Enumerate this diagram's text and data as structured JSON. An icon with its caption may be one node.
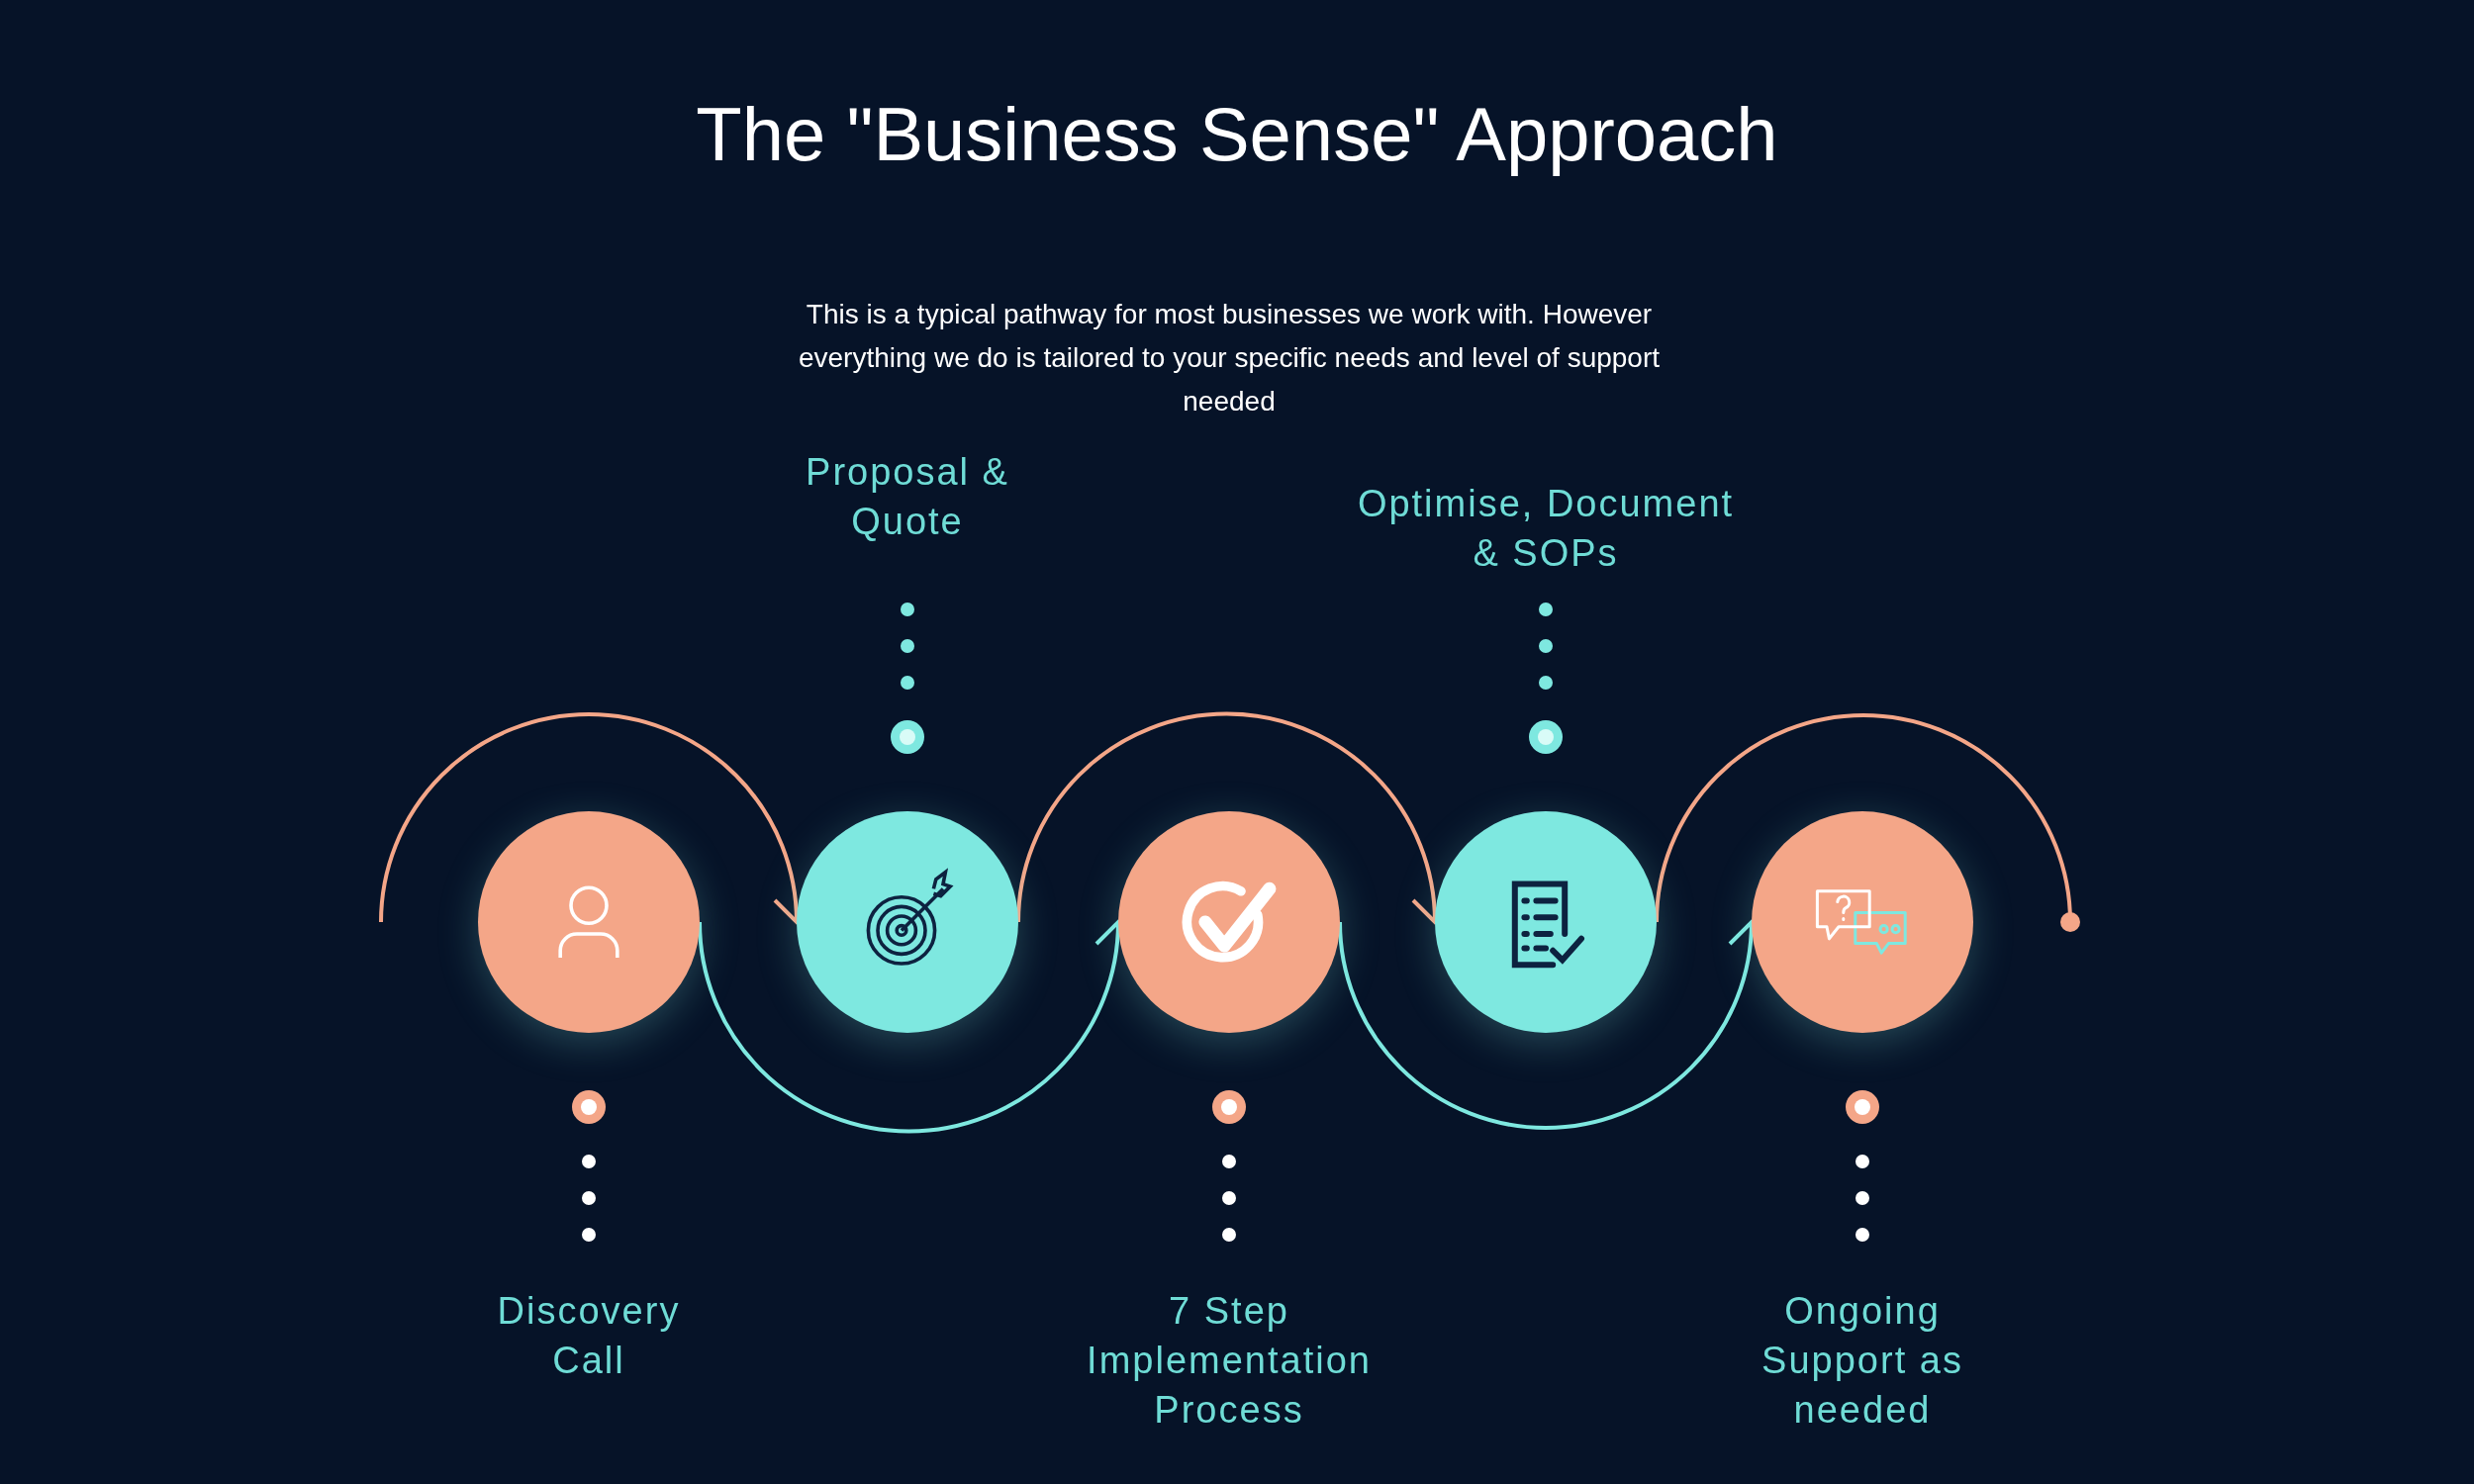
{
  "diagram": {
    "title": "The \"Business Sense\" Approach",
    "nodes": [
      {
        "text": [
          "Proposal & Quote"
        ]
      },
      {
        "text": [
          "Optimise, Document & SOPs"
        ]
      },
      {
        "text": [],
        "shape": "circle"
      },
      {
        "text": [],
        "shape": "circle"
      },
      {
        "text": [],
        "shape": "circle"
      },
      {
        "text": [],
        "shape": "circle"
      },
      {
        "text": [],
        "shape": "circle"
      },
      {
        "text": [
          "Discovery Call"
        ]
      },
      {
        "text": [
          "7 Step Implementation Process"
        ]
      },
      {
        "text": [
          "Ongoing Support as needed"
        ]
      }
    ],
    "edges": [
      {
        "from": null,
        "to": 3,
        "arrow": "to",
        "color": "#f4a688"
      },
      {
        "from": 2,
        "to": 4,
        "arrow": "to",
        "color": "#7ee8e0"
      },
      {
        "from": 3,
        "to": 5,
        "arrow": "to",
        "color": "#f4a688"
      },
      {
        "from": 4,
        "to": 6,
        "arrow": "to",
        "color": "#7ee8e0"
      },
      {
        "from": 5,
        "to": null,
        "arrow": "other",
        "color": "#f4a688"
      },
      {
        "from": 0,
        "to": 3,
        "arrow": "other",
        "style": "dashed",
        "color": "#7ee8e0"
      },
      {
        "from": 1,
        "to": 5,
        "arrow": "other",
        "style": "dashed",
        "color": "#7ee8e0"
      },
      {
        "from": 7,
        "to": 2,
        "arrow": "other",
        "style": "dashed",
        "color": "#ffffff"
      },
      {
        "from": 8,
        "to": 4,
        "arrow": "other",
        "style": "dashed",
        "color": "#ffffff"
      },
      {
        "from": 9,
        "to": 6,
        "arrow": "other",
        "style": "dashed",
        "color": "#ffffff"
      }
    ],
    "labels": [
      "This is a typical pathway for most businesses we work with. However everything we do is tailored to your specific needs and level of support needed"
    ]
  }
}
